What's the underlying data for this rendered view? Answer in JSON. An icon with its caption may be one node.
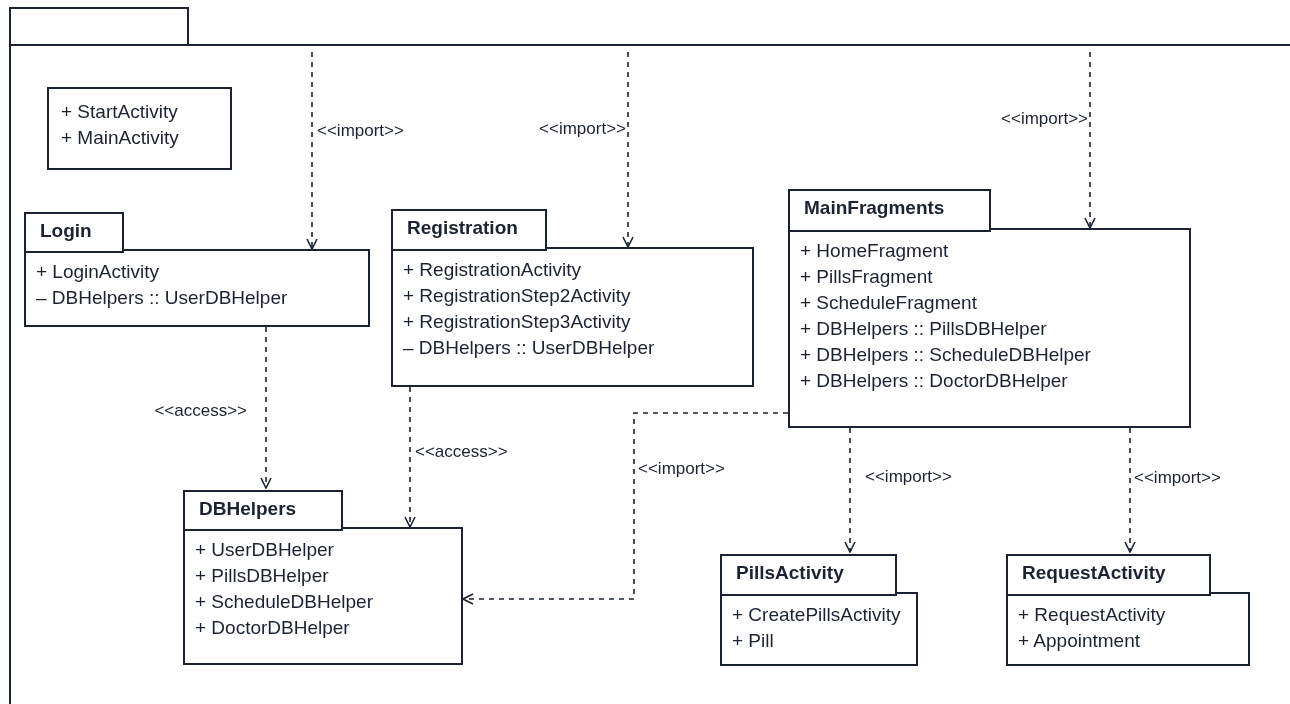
{
  "diagram": {
    "nodes": [
      {
        "text": [],
        "shape": "box"
      },
      {
        "text": [
          "+ StartActivity",
          "+ MainActivity"
        ],
        "in": 0
      },
      {
        "text": [
          "Login",
          "+ LoginActivity",
          "– DBHelpers :: UserDBHelper"
        ],
        "in": 0
      },
      {
        "text": [
          "Registration",
          "+ RegistrationActivity",
          "+ RegistrationStep2Activity",
          "+ RegistrationStep3Activity",
          "– DBHelpers :: UserDBHelper"
        ],
        "in": 0
      },
      {
        "text": [
          "MainFragments",
          "+ HomeFragment",
          "+ PillsFragment",
          "+ ScheduleFragment",
          "+ DBHelpers :: PillsDBHelper",
          "+ DBHelpers :: ScheduleDBHelper",
          "+ DBHelpers :: DoctorDBHelper"
        ],
        "in": 0
      },
      {
        "text": [
          "DBHelpers",
          "+ UserDBHelper",
          "+ PillsDBHelper",
          "+ ScheduleDBHelper",
          "+ DoctorDBHelper"
        ],
        "in": 0
      },
      {
        "text": [
          "PillsActivity",
          "+ CreatePillsActivity",
          "+ Pill"
        ],
        "in": 0
      },
      {
        "text": [
          "RequestActivity",
          "+ RequestActivity",
          "+ Appointment"
        ],
        "in": 0
      }
    ],
    "edges": [
      {
        "from": null,
        "to": 2,
        "arrow": "to",
        "label": "<<import>>",
        "style": "dashed"
      },
      {
        "from": null,
        "to": 3,
        "arrow": "to",
        "label": "<<import>>",
        "style": "dashed"
      },
      {
        "from": null,
        "to": 4,
        "arrow": "to",
        "label": "<<import>>",
        "style": "dashed"
      },
      {
        "from": 2,
        "to": 5,
        "arrow": "to",
        "label": "<<access>>",
        "style": "dashed"
      },
      {
        "from": 3,
        "to": 5,
        "arrow": "to",
        "label": "<<access>>",
        "style": "dashed"
      },
      {
        "from": 4,
        "to": 5,
        "arrow": "to",
        "label": "<<import>>",
        "style": "dashed"
      },
      {
        "from": 4,
        "to": 6,
        "arrow": "to",
        "label": "<<import>>",
        "style": "dashed"
      },
      {
        "from": 4,
        "to": 7,
        "arrow": "to",
        "label": "<<import>>",
        "style": "dashed"
      }
    ]
  }
}
